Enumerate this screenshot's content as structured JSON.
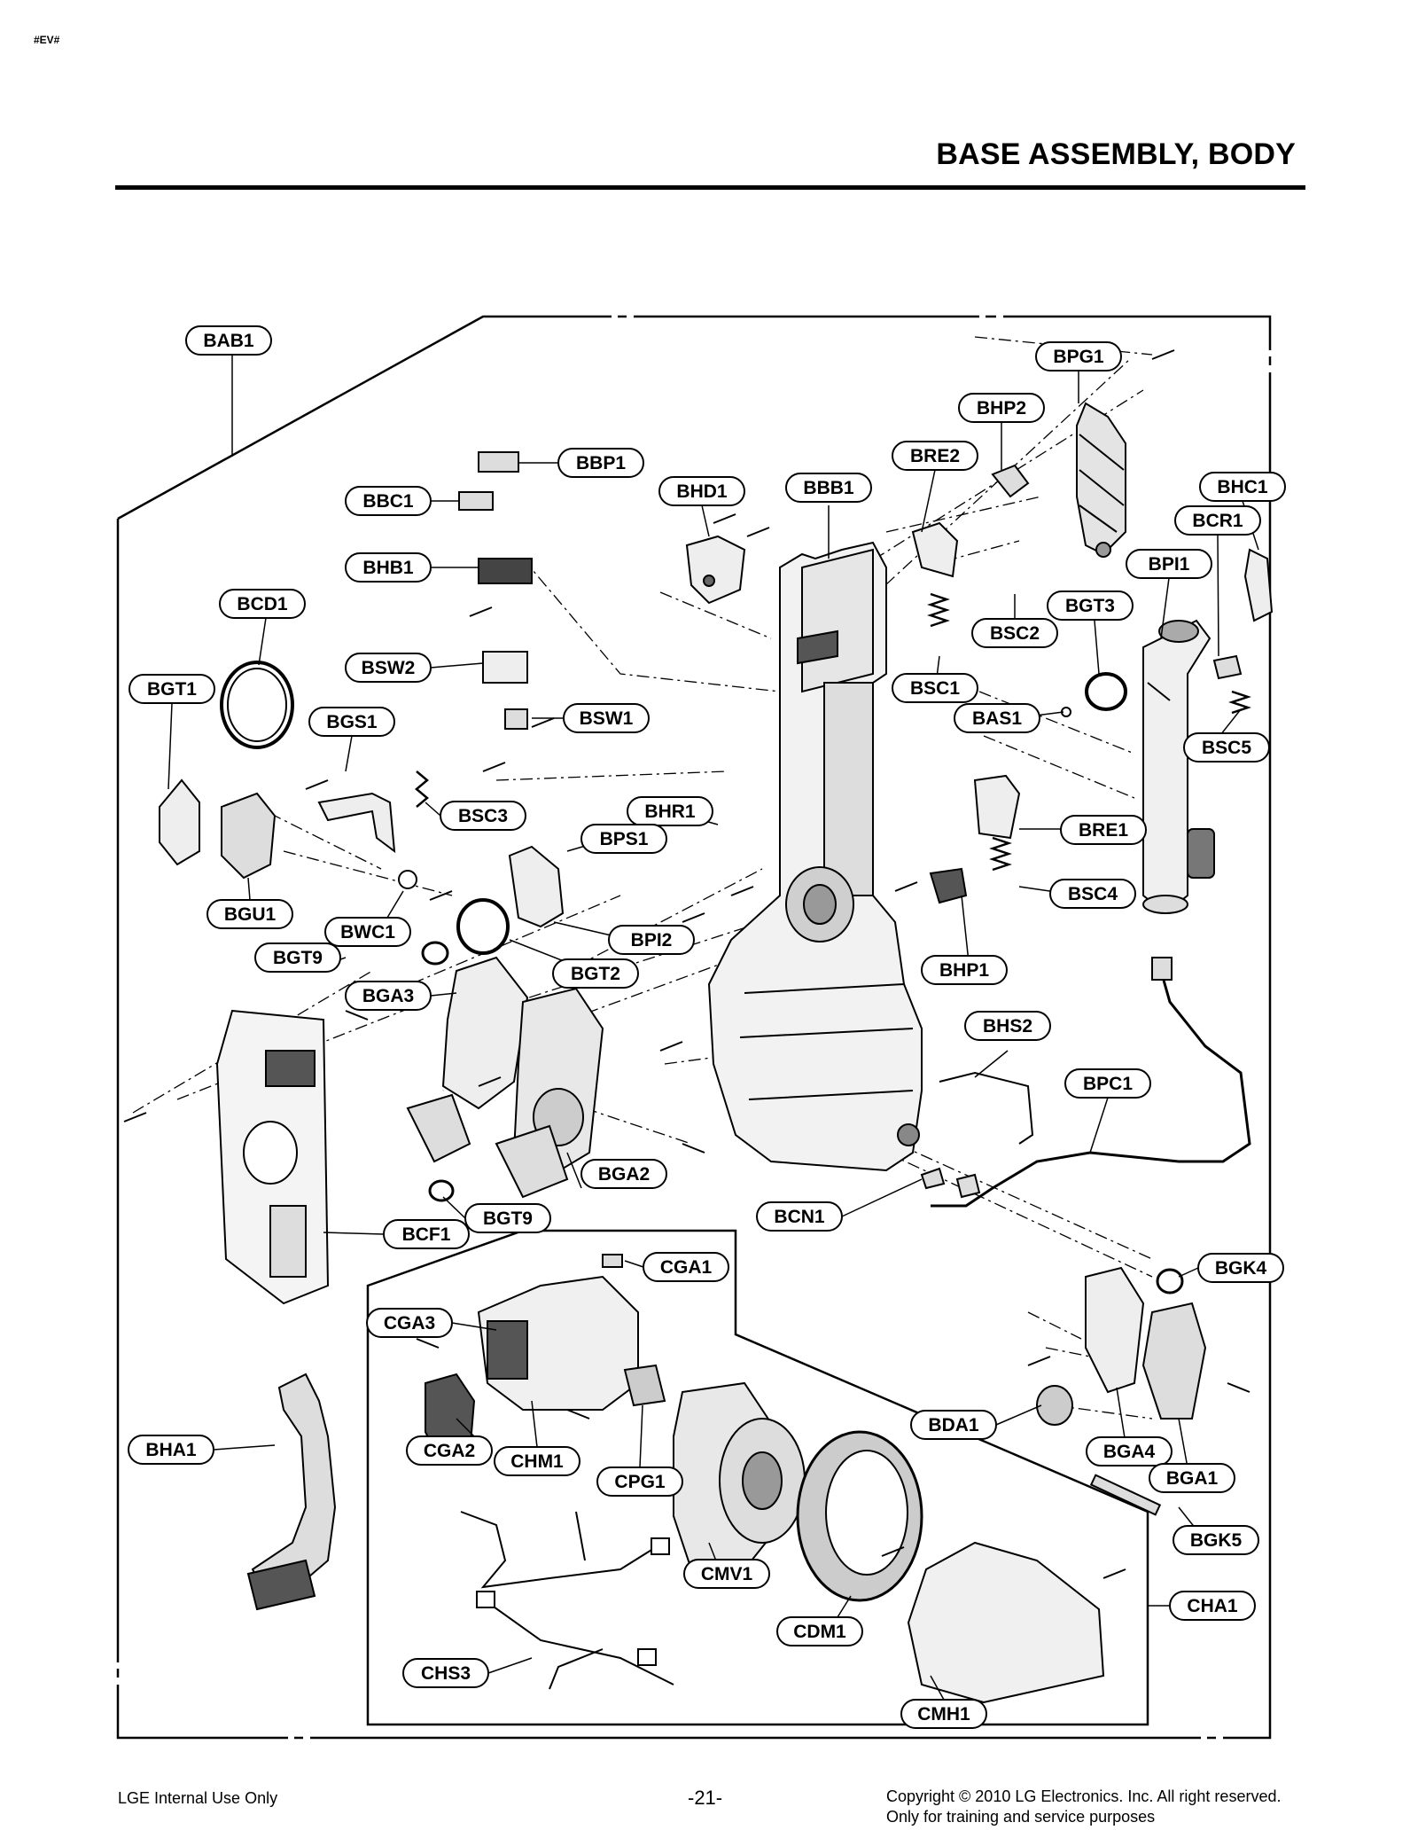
{
  "header": {
    "tag": "#EV#",
    "title": "BASE ASSEMBLY, BODY"
  },
  "footer": {
    "left": "LGE Internal Use Only",
    "page": "-21-",
    "copyright": "Copyright © 2010 LG Electronics. Inc. All right reserved.",
    "note": "Only for training and service purposes"
  },
  "labels": {
    "BAB1": "BAB1",
    "BPG1": "BPG1",
    "BHP2": "BHP2",
    "BBP1": "BBP1",
    "BRE2": "BRE2",
    "BHD1": "BHD1",
    "BBB1": "BBB1",
    "BBC1": "BBC1",
    "BHC1": "BHC1",
    "BCR1": "BCR1",
    "BHB1": "BHB1",
    "BPI1": "BPI1",
    "BCD1": "BCD1",
    "BGT3": "BGT3",
    "BSC2": "BSC2",
    "BSW2": "BSW2",
    "BGT1": "BGT1",
    "BSC1": "BSC1",
    "BGS1": "BGS1",
    "BSW1": "BSW1",
    "BAS1": "BAS1",
    "BSC5": "BSC5",
    "BSC3": "BSC3",
    "BHR1": "BHR1",
    "BRE1": "BRE1",
    "BPS1": "BPS1",
    "BSC4": "BSC4",
    "BGU1": "BGU1",
    "BWC1": "BWC1",
    "BPI2": "BPI2",
    "BGT9": "BGT9",
    "BGT2": "BGT2",
    "BHP1": "BHP1",
    "BGA3": "BGA3",
    "BHS2": "BHS2",
    "BPC1": "BPC1",
    "BGA2": "BGA2",
    "BCF1": "BCF1",
    "BGT9b": "BGT9",
    "BCN1": "BCN1",
    "CGA1": "CGA1",
    "BGK4": "BGK4",
    "CGA3": "CGA3",
    "BDA1": "BDA1",
    "BHA1": "BHA1",
    "CGA2": "CGA2",
    "CHM1": "CHM1",
    "BGA4": "BGA4",
    "CPG1": "CPG1",
    "BGA1": "BGA1",
    "BGK5": "BGK5",
    "CMV1": "CMV1",
    "CHA1": "CHA1",
    "CDM1": "CDM1",
    "CHS3": "CHS3",
    "CMH1": "CMH1"
  }
}
